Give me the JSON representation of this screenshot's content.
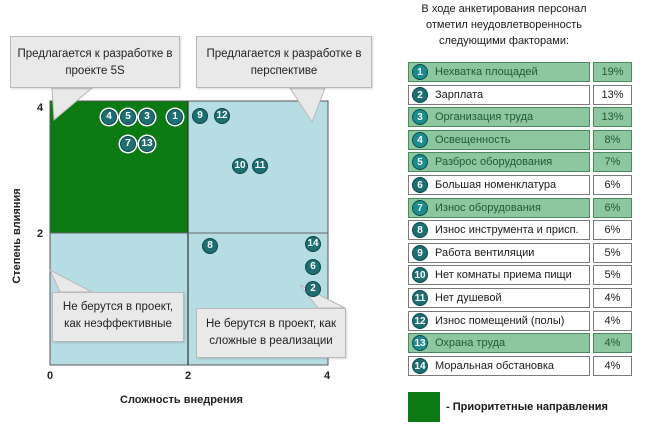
{
  "callouts": {
    "top_left": "Предлагается к разработке в проекте 5S",
    "top_right": "Предлагается к разработке в перспективе",
    "bottom_left": "Не берутся в проект, как неэффективные",
    "bottom_right": "Не берутся в проект, как сложные в реализации"
  },
  "axes": {
    "x_title": "Сложность внедрения",
    "y_title": "Степень влияния",
    "x_ticks": [
      "0",
      "2",
      "4"
    ],
    "y_ticks": [
      "4",
      "2"
    ]
  },
  "points": {
    "p4": "4",
    "p5": "5",
    "p3": "3",
    "p1": "1",
    "p9": "9",
    "p12": "12",
    "p7": "7",
    "p13": "13",
    "p10": "10",
    "p11": "11",
    "p8": "8",
    "p14": "14",
    "p6": "6",
    "p2": "2"
  },
  "table": {
    "heading": "В ходе анкетирования персонал отметил неудовлетворенность следующими факторами:",
    "rows": [
      {
        "num": "1",
        "name": "Нехватка площадей",
        "pct": "19%",
        "priority": true
      },
      {
        "num": "2",
        "name": "Зарплата",
        "pct": "13%",
        "priority": false
      },
      {
        "num": "3",
        "name": "Организация труда",
        "pct": "13%",
        "priority": true
      },
      {
        "num": "4",
        "name": "Освещенность",
        "pct": "8%",
        "priority": true
      },
      {
        "num": "5",
        "name": "Разброс оборудования",
        "pct": "7%",
        "priority": true
      },
      {
        "num": "6",
        "name": "Большая номенклатура",
        "pct": "6%",
        "priority": false
      },
      {
        "num": "7",
        "name": "Износ оборудования",
        "pct": "6%",
        "priority": true
      },
      {
        "num": "8",
        "name": "Износ инструмента и присп.",
        "pct": "6%",
        "priority": false
      },
      {
        "num": "9",
        "name": "Работа вентиляции",
        "pct": "5%",
        "priority": false
      },
      {
        "num": "10",
        "name": "Нет комнаты приема пищи",
        "pct": "5%",
        "priority": false
      },
      {
        "num": "11",
        "name": "Нет душевой",
        "pct": "4%",
        "priority": false
      },
      {
        "num": "12",
        "name": "Износ помещений (полы)",
        "pct": "4%",
        "priority": false
      },
      {
        "num": "13",
        "name": "Охрана труда",
        "pct": "4%",
        "priority": true
      },
      {
        "num": "14",
        "name": "Моральная обстановка",
        "pct": "4%",
        "priority": false
      }
    ]
  },
  "legend": {
    "label": "- Приоритетные направления",
    "color": "#0b7a12"
  },
  "colors": {
    "priority_quadrant": "#0b7a12",
    "other_quadrant": "#b7dde4",
    "row_highlight": "#8cc7a0",
    "badge": "#1d6f72"
  }
}
